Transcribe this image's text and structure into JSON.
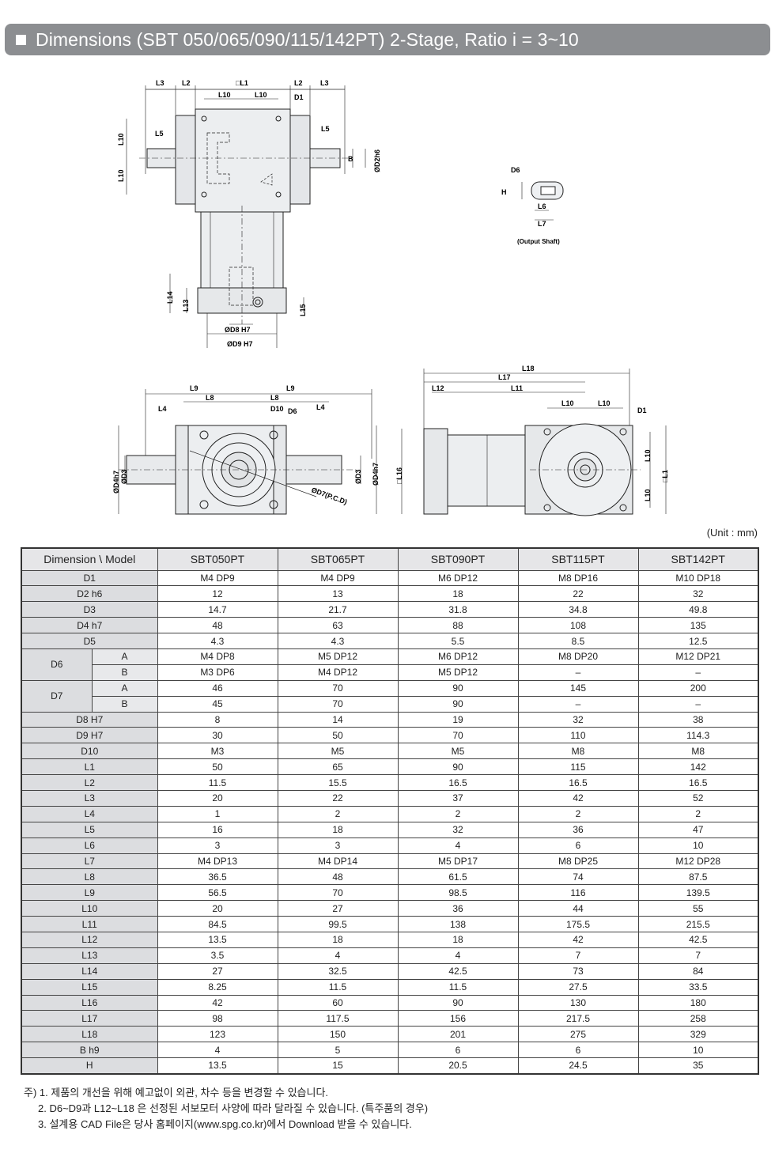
{
  "header": {
    "title": "Dimensions (SBT 050/065/090/115/142PT) 2-Stage, Ratio i = 3~10"
  },
  "drawing": {
    "top_view": {
      "labels": [
        "L3",
        "L2",
        "□L1",
        "L2",
        "L3",
        "L10",
        "L10",
        "D1",
        "L10",
        "L10",
        "L5",
        "L5",
        "B",
        "ØD2h6",
        "L14",
        "L13",
        "L15",
        "ØD8 H7",
        "ØD9 H7"
      ]
    },
    "output_shaft": {
      "labels": [
        "D6",
        "H",
        "L6",
        "L7"
      ],
      "caption": "(Output Shaft)"
    },
    "front_view": {
      "labels": [
        "L9",
        "L9",
        "L8",
        "L8",
        "L4",
        "L4",
        "D10",
        "D6",
        "ØD4h7",
        "ØD3",
        "ØD3",
        "ØD4h7",
        "ØD7(P.C.D)"
      ]
    },
    "side_view": {
      "labels": [
        "L18",
        "L17",
        "L12",
        "L11",
        "L10",
        "L10",
        "D1",
        "□L16",
        "L10",
        "L10",
        "□L1"
      ]
    }
  },
  "unit_note": "(Unit : mm)",
  "table": {
    "header_dim": "Dimension \\ Model",
    "models": [
      "SBT050PT",
      "SBT065PT",
      "SBT090PT",
      "SBT115PT",
      "SBT142PT"
    ],
    "rows": [
      {
        "dim": "D1",
        "values": [
          "M4 DP9",
          "M4 DP9",
          "M6 DP12",
          "M8 DP16",
          "M10 DP18"
        ]
      },
      {
        "dim": "D2 h6",
        "values": [
          "12",
          "13",
          "18",
          "22",
          "32"
        ]
      },
      {
        "dim": "D3",
        "values": [
          "14.7",
          "21.7",
          "31.8",
          "34.8",
          "49.8"
        ]
      },
      {
        "dim": "D4 h7",
        "values": [
          "48",
          "63",
          "88",
          "108",
          "135"
        ]
      },
      {
        "dim": "D5",
        "values": [
          "4.3",
          "4.3",
          "5.5",
          "8.5",
          "12.5"
        ]
      },
      {
        "dim": "D6",
        "sub": "A",
        "values": [
          "M4 DP8",
          "M5 DP12",
          "M6 DP12",
          "M8 DP20",
          "M12 DP21"
        ]
      },
      {
        "dim": "D6",
        "sub": "B",
        "values": [
          "M3 DP6",
          "M4 DP12",
          "M5 DP12",
          "–",
          "–"
        ]
      },
      {
        "dim": "D7",
        "sub": "A",
        "values": [
          "46",
          "70",
          "90",
          "145",
          "200"
        ]
      },
      {
        "dim": "D7",
        "sub": "B",
        "values": [
          "45",
          "70",
          "90",
          "–",
          "–"
        ]
      },
      {
        "dim": "D8 H7",
        "values": [
          "8",
          "14",
          "19",
          "32",
          "38"
        ]
      },
      {
        "dim": "D9 H7",
        "values": [
          "30",
          "50",
          "70",
          "110",
          "114.3"
        ]
      },
      {
        "dim": "D10",
        "values": [
          "M3",
          "M5",
          "M5",
          "M8",
          "M8"
        ]
      },
      {
        "dim": "L1",
        "values": [
          "50",
          "65",
          "90",
          "115",
          "142"
        ]
      },
      {
        "dim": "L2",
        "values": [
          "11.5",
          "15.5",
          "16.5",
          "16.5",
          "16.5"
        ]
      },
      {
        "dim": "L3",
        "values": [
          "20",
          "22",
          "37",
          "42",
          "52"
        ]
      },
      {
        "dim": "L4",
        "values": [
          "1",
          "2",
          "2",
          "2",
          "2"
        ]
      },
      {
        "dim": "L5",
        "values": [
          "16",
          "18",
          "32",
          "36",
          "47"
        ]
      },
      {
        "dim": "L6",
        "values": [
          "3",
          "3",
          "4",
          "6",
          "10"
        ]
      },
      {
        "dim": "L7",
        "values": [
          "M4 DP13",
          "M4 DP14",
          "M5 DP17",
          "M8 DP25",
          "M12 DP28"
        ]
      },
      {
        "dim": "L8",
        "values": [
          "36.5",
          "48",
          "61.5",
          "74",
          "87.5"
        ]
      },
      {
        "dim": "L9",
        "values": [
          "56.5",
          "70",
          "98.5",
          "116",
          "139.5"
        ]
      },
      {
        "dim": "L10",
        "values": [
          "20",
          "27",
          "36",
          "44",
          "55"
        ]
      },
      {
        "dim": "L11",
        "values": [
          "84.5",
          "99.5",
          "138",
          "175.5",
          "215.5"
        ]
      },
      {
        "dim": "L12",
        "values": [
          "13.5",
          "18",
          "18",
          "42",
          "42.5"
        ]
      },
      {
        "dim": "L13",
        "values": [
          "3.5",
          "4",
          "4",
          "7",
          "7"
        ]
      },
      {
        "dim": "L14",
        "values": [
          "27",
          "32.5",
          "42.5",
          "73",
          "84"
        ]
      },
      {
        "dim": "L15",
        "values": [
          "8.25",
          "11.5",
          "11.5",
          "27.5",
          "33.5"
        ]
      },
      {
        "dim": "L16",
        "values": [
          "42",
          "60",
          "90",
          "130",
          "180"
        ]
      },
      {
        "dim": "L17",
        "values": [
          "98",
          "117.5",
          "156",
          "217.5",
          "258"
        ]
      },
      {
        "dim": "L18",
        "values": [
          "123",
          "150",
          "201",
          "275",
          "329"
        ]
      },
      {
        "dim": "B h9",
        "values": [
          "4",
          "5",
          "6",
          "6",
          "10"
        ]
      },
      {
        "dim": "H",
        "values": [
          "13.5",
          "15",
          "20.5",
          "24.5",
          "35"
        ]
      }
    ]
  },
  "notes": [
    "주) 1. 제품의 개선을 위해 예고없이 외관, 차수 등을 변경할 수 있습니다.",
    "2. D6~D9과 L12~L18 은 선정된 서보모터 사양에 따라 달라질 수 있습니다. (특주품의 경우)",
    "3. 설계용 CAD File은 당사 홈페이지(www.spg.co.kr)에서 Download 받을 수 있습니다."
  ]
}
